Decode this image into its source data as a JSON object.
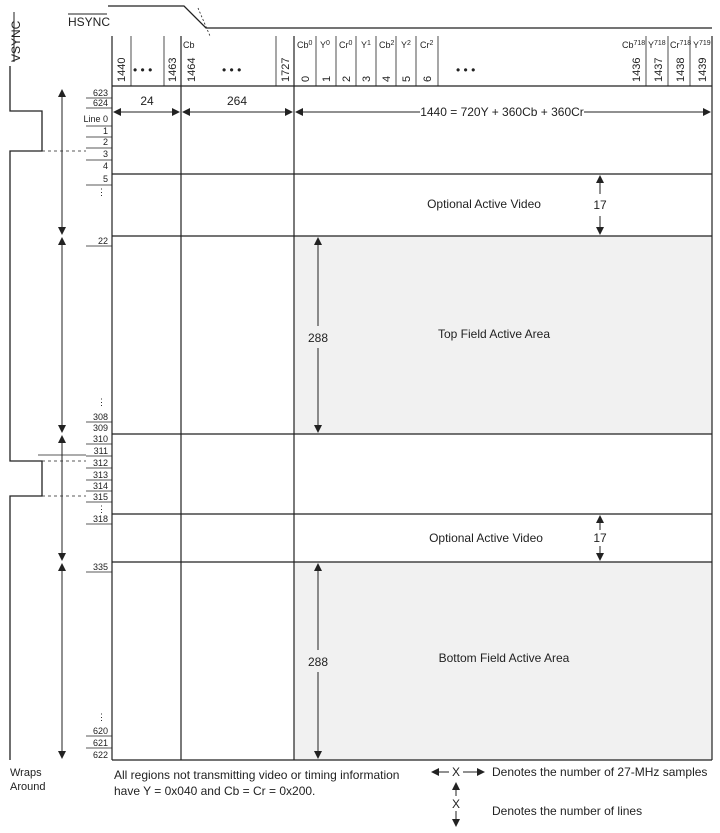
{
  "signals": {
    "vsync": "VSYNC",
    "hsync": "HSYNC"
  },
  "header": {
    "cols": [
      {
        "num": "1440",
        "top": ""
      },
      {
        "num": "1463",
        "top": ""
      },
      {
        "num": "1464",
        "top": "Cb"
      },
      {
        "num": "1727",
        "top": ""
      },
      {
        "num": "0",
        "top": "Cb",
        "sup": "0"
      },
      {
        "num": "1",
        "top": "Y",
        "sup": "0"
      },
      {
        "num": "2",
        "top": "Cr",
        "sup": "0"
      },
      {
        "num": "3",
        "top": "Y",
        "sup": "1"
      },
      {
        "num": "4",
        "top": "Cb",
        "sup": "2"
      },
      {
        "num": "5",
        "top": "Y",
        "sup": "2"
      },
      {
        "num": "6",
        "top": "Cr",
        "sup": "2"
      },
      {
        "num": "1436",
        "top": "Cb",
        "sup": "718"
      },
      {
        "num": "1437",
        "top": "Y",
        "sup": "718"
      },
      {
        "num": "1438",
        "top": "Cr",
        "sup": "718"
      },
      {
        "num": "1439",
        "top": "Y",
        "sup": "719"
      }
    ],
    "ellipsis": "• • •"
  },
  "samples": {
    "blank1": "24",
    "blank2": "264",
    "active": "1440 = 720Y + 360Cb + 360Cr"
  },
  "lines": [
    "623",
    "624",
    "Line 0",
    "1",
    "2",
    "3",
    "4",
    "5",
    "⋮",
    "22",
    "⋮",
    "308",
    "309",
    "310",
    "311",
    "312",
    "313",
    "314",
    "315",
    "⋮",
    "318",
    "335",
    "⋮",
    "620",
    "621",
    "622"
  ],
  "regions": {
    "optional1": "Optional Active Video",
    "optional1_count": "17",
    "top": "Top Field Active Area",
    "top_count": "288",
    "optional2": "Optional Active Video",
    "optional2_count": "17",
    "bottom": "Bottom Field Active Area",
    "bottom_count": "288"
  },
  "footer": {
    "wraps": [
      "Wraps",
      "Around"
    ],
    "note": [
      "All regions not transmitting video or timing information",
      "have Y = 0x040 and Cb = Cr = 0x200."
    ],
    "legend_samples": "Denotes the number of 27-MHz samples",
    "legend_lines": "Denotes the number of lines",
    "legend_x": "X"
  },
  "colors": {
    "ink": "#222222",
    "active_fill": "#f1f1f1"
  }
}
